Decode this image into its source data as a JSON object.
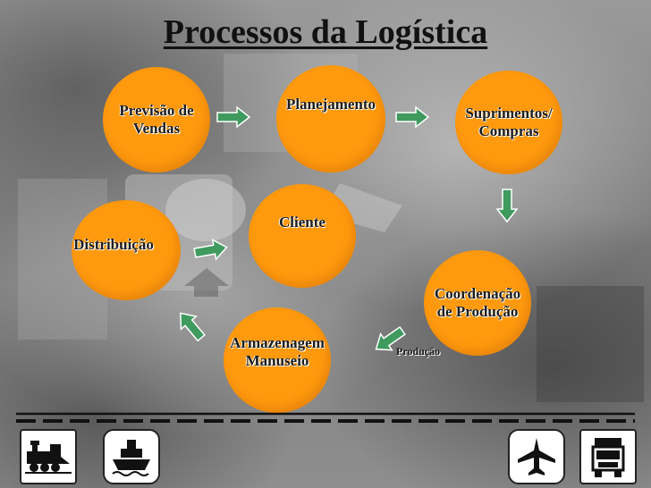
{
  "title": "Processos da Logística",
  "nodes": {
    "previsao": "Previsão de\nVendas",
    "planejamento": "Planejamento",
    "suprimentos": "Suprimentos/\nCompras",
    "coordenacao": "Coordenação\nde Produção",
    "armazenagem": "Armazenagem\nManuseio",
    "distribuicao": "Distribuição",
    "cliente": "Cliente"
  },
  "edge_label": "Produção",
  "colors": {
    "node": "#ff9a0e",
    "arrow": "#3f9a5e",
    "arrow_stroke": "#ffffff"
  },
  "icons": [
    "train-icon",
    "ship-icon",
    "airplane-icon",
    "truck-icon"
  ]
}
